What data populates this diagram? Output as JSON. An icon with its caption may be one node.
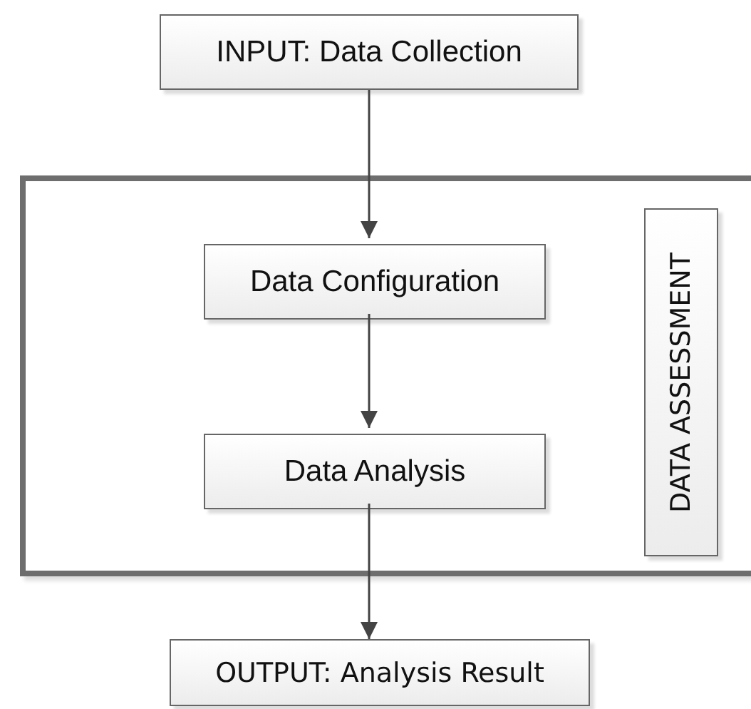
{
  "diagram": {
    "nodes": [
      {
        "text": [
          "INPUT: Data Collection"
        ]
      },
      {
        "text": [],
        "shape": "box"
      },
      {
        "text": [
          "Data Configuration"
        ],
        "in": 1
      },
      {
        "text": [
          "Data Analysis"
        ],
        "in": 1
      },
      {
        "text": [
          "DATA ASSESSMENT"
        ],
        "in": 1
      },
      {
        "text": [
          "OUTPUT: Analysis Result"
        ]
      }
    ],
    "edges": [
      {
        "from": 0,
        "to": 2,
        "arrow": "to"
      },
      {
        "from": 2,
        "to": 3,
        "arrow": "to"
      },
      {
        "from": 3,
        "to": 5,
        "arrow": "to"
      }
    ]
  }
}
